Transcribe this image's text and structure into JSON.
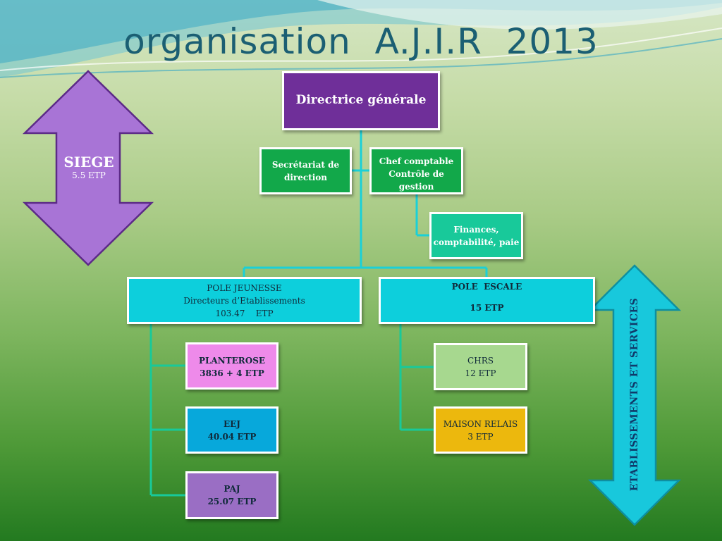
{
  "title": "organisation  A.J.I.R  2013",
  "colors": {
    "title": "#1b5f73",
    "connector": "#1ad0d8",
    "direction": "#6f2f99",
    "green_box": "#12a84a",
    "finances": "#18c99a",
    "pole": "#0dcfdc",
    "planterose": "#ee8aea",
    "eej": "#07a8db",
    "paj": "#9a6ec4",
    "chrs": "#a7d88f",
    "maison_relais": "#ecb80d",
    "siege_arrow": "#a874d6",
    "etab_arrow": "#18c8dc"
  },
  "nodes": {
    "direction": {
      "label": "Directrice  générale"
    },
    "secretariat": {
      "line1": "Secrétariat de",
      "line2": "direction"
    },
    "chef": {
      "line1": "Chef comptable",
      "line2": "Contrôle de gestion"
    },
    "finances": {
      "line1": "Finances,",
      "line2": "comptabilité, paie"
    },
    "pole_jeunesse": {
      "line1": "POLE JEUNESSE",
      "line2": "Directeurs d’Etablissements",
      "line3": "103.47    ETP"
    },
    "pole_escale": {
      "line1": "POLE  ESCALE",
      "line2": "15 ETP"
    },
    "planterose": {
      "line1": "PLANTEROSE",
      "line2": "3836 + 4 ETP"
    },
    "eej": {
      "line1": "EEJ",
      "line2": "40.04 ETP"
    },
    "paj": {
      "line1": "PAJ",
      "line2": "25.07 ETP"
    },
    "chrs": {
      "line1": "CHRS",
      "line2": "12 ETP"
    },
    "maison_relais": {
      "line1": "MAISON RELAIS",
      "line2": "3 ETP"
    }
  },
  "siege": {
    "label": "SIEGE",
    "sub": "5.5 ETP"
  },
  "etablissements": {
    "label": "ETABLISSEMENTS ET SERVICES"
  }
}
